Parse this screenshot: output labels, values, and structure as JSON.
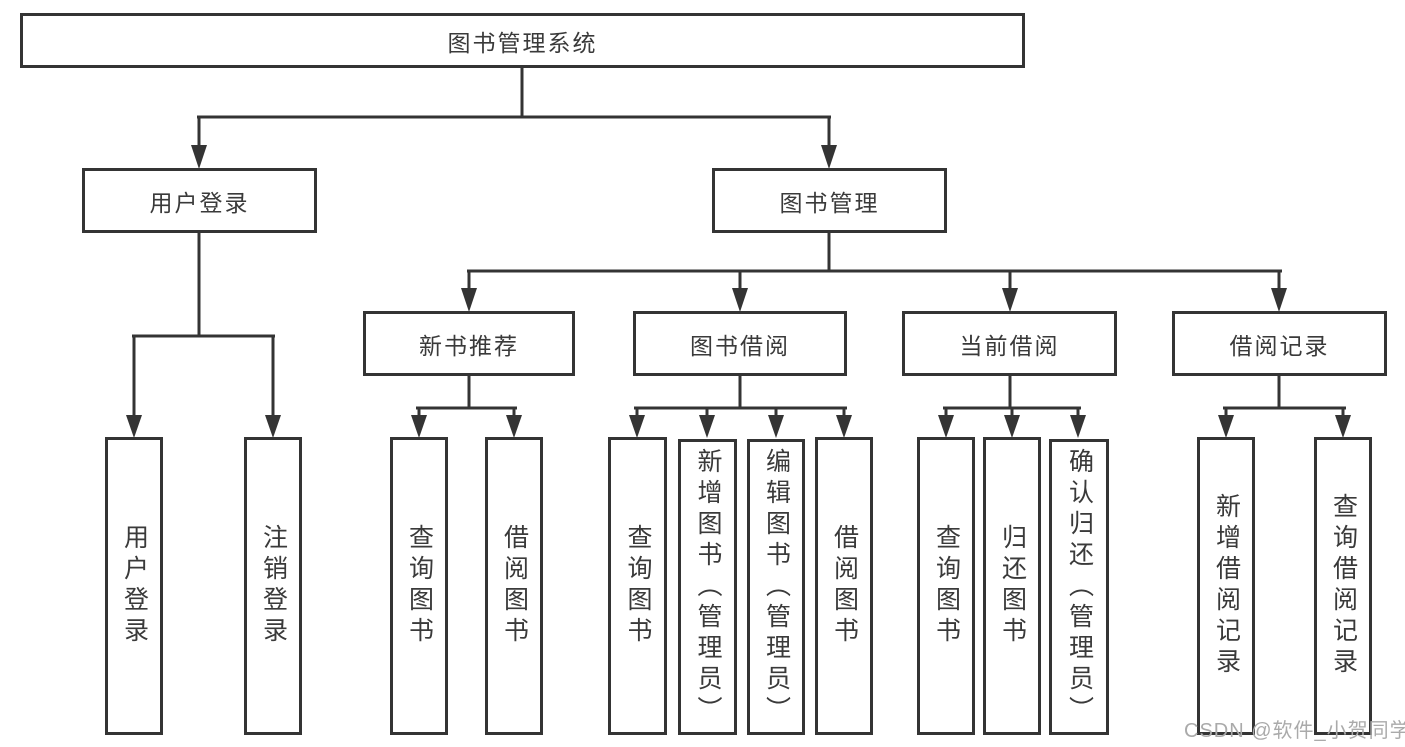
{
  "diagram": {
    "root": {
      "label": "图书管理系统"
    },
    "level2": [
      {
        "label": "用户登录"
      },
      {
        "label": "图书管理"
      }
    ],
    "level3": [
      {
        "label": "新书推荐",
        "parent": "图书管理"
      },
      {
        "label": "图书借阅",
        "parent": "图书管理"
      },
      {
        "label": "当前借阅",
        "parent": "图书管理"
      },
      {
        "label": "借阅记录",
        "parent": "图书管理"
      }
    ],
    "leaves": [
      {
        "label": "用户登录",
        "parent": "用户登录"
      },
      {
        "label": "注销登录",
        "parent": "用户登录"
      },
      {
        "label": "查询图书",
        "parent": "新书推荐"
      },
      {
        "label": "借阅图书",
        "parent": "新书推荐"
      },
      {
        "label": "查询图书",
        "parent": "图书借阅"
      },
      {
        "label": "新增图书（管理员）",
        "parent": "图书借阅"
      },
      {
        "label": "编辑图书（管理员）",
        "parent": "图书借阅"
      },
      {
        "label": "借阅图书",
        "parent": "图书借阅"
      },
      {
        "label": "查询图书",
        "parent": "当前借阅"
      },
      {
        "label": "归还图书",
        "parent": "当前借阅"
      },
      {
        "label": "确认归还（管理员）",
        "parent": "当前借阅"
      },
      {
        "label": "新增借阅记录",
        "parent": "借阅记录"
      },
      {
        "label": "查询借阅记录",
        "parent": "借阅记录"
      }
    ],
    "watermark": "CSDN @软件_小贺同学",
    "colors": {
      "line": "#343434",
      "box_border": "#343434",
      "box_background": "#ffffff",
      "text": "#3a3a3a",
      "watermark": "#aaaaaa",
      "background": "#ffffff"
    }
  }
}
